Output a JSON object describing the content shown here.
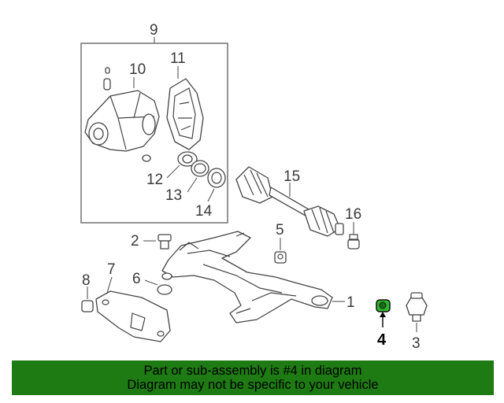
{
  "diagram": {
    "labels": {
      "p1": "1",
      "p2": "2",
      "p3": "3",
      "p4": "4",
      "p5": "5",
      "p6": "6",
      "p7": "7",
      "p8": "8",
      "p9": "9",
      "p10": "10",
      "p11": "11",
      "p12": "12",
      "p13": "13",
      "p14": "14",
      "p15": "15",
      "p16": "16"
    },
    "highlighted_part": "4",
    "highlight_color": "#2db82d"
  },
  "banner": {
    "line1": "Part or sub-assembly is #4 in diagram",
    "line2": "Diagram may not be specific to your vehicle",
    "background": "#1e7a12"
  }
}
